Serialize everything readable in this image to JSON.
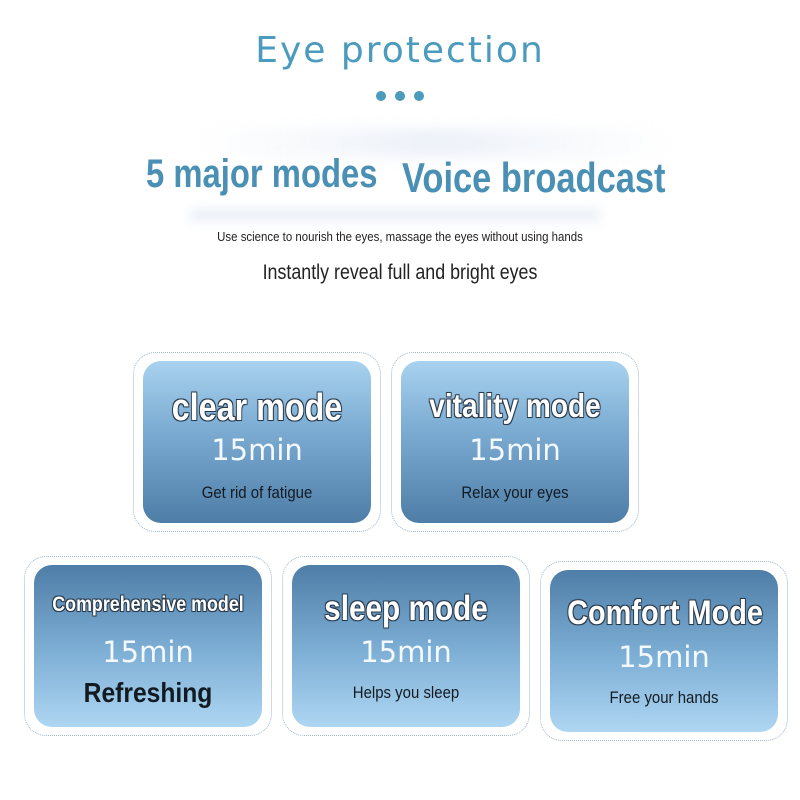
{
  "header": {
    "title": "Eye protection",
    "headline_left": "5 major modes",
    "headline_right": "Voice broadcast",
    "subtitle": "Use science to nourish the eyes, massage the eyes without using hands",
    "tagline": "Instantly reveal full and bright eyes"
  },
  "colors": {
    "accent": "#4a9bbd",
    "headline": "#4a8fb4",
    "card_dark": "#4e7ea7",
    "card_light": "#a9d2ef"
  },
  "modes": [
    {
      "name": "clear mode",
      "duration": "15min",
      "description": "Get rid of fatigue"
    },
    {
      "name": "vitality mode",
      "duration": "15min",
      "description": "Relax your eyes"
    },
    {
      "name": "Comprehensive model",
      "duration": "15min",
      "description": "Refreshing"
    },
    {
      "name": "sleep mode",
      "duration": "15min",
      "description": "Helps you sleep"
    },
    {
      "name": "Comfort Mode",
      "duration": "15min",
      "description": "Free your hands"
    }
  ]
}
